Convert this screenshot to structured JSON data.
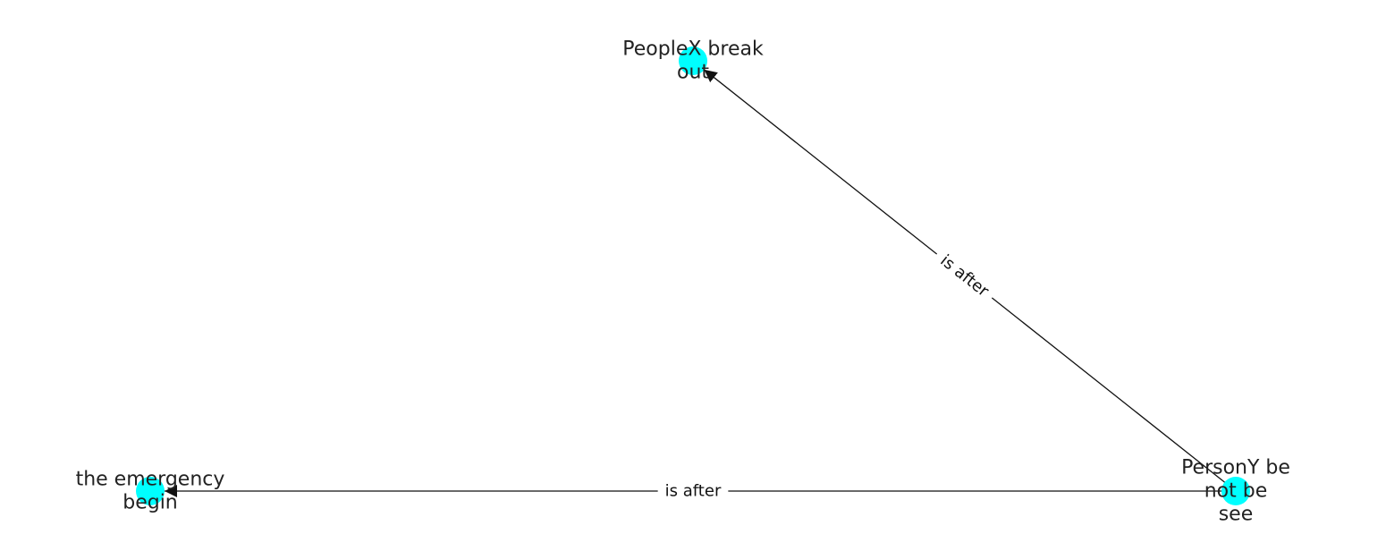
{
  "graph": {
    "node_color": "#00ffff",
    "edge_color": "#111111",
    "label_color": "#222222",
    "nodes": [
      {
        "id": "n1",
        "lines": [
          "PeopleX break",
          "out"
        ]
      },
      {
        "id": "n2",
        "lines": [
          "the emergency",
          "begin"
        ]
      },
      {
        "id": "n3",
        "lines": [
          "PersonY be",
          "not be",
          "see"
        ]
      }
    ],
    "edges": [
      {
        "from": "n3",
        "to": "n1",
        "label": "is after"
      },
      {
        "from": "n3",
        "to": "n2",
        "label": "is after"
      }
    ]
  }
}
